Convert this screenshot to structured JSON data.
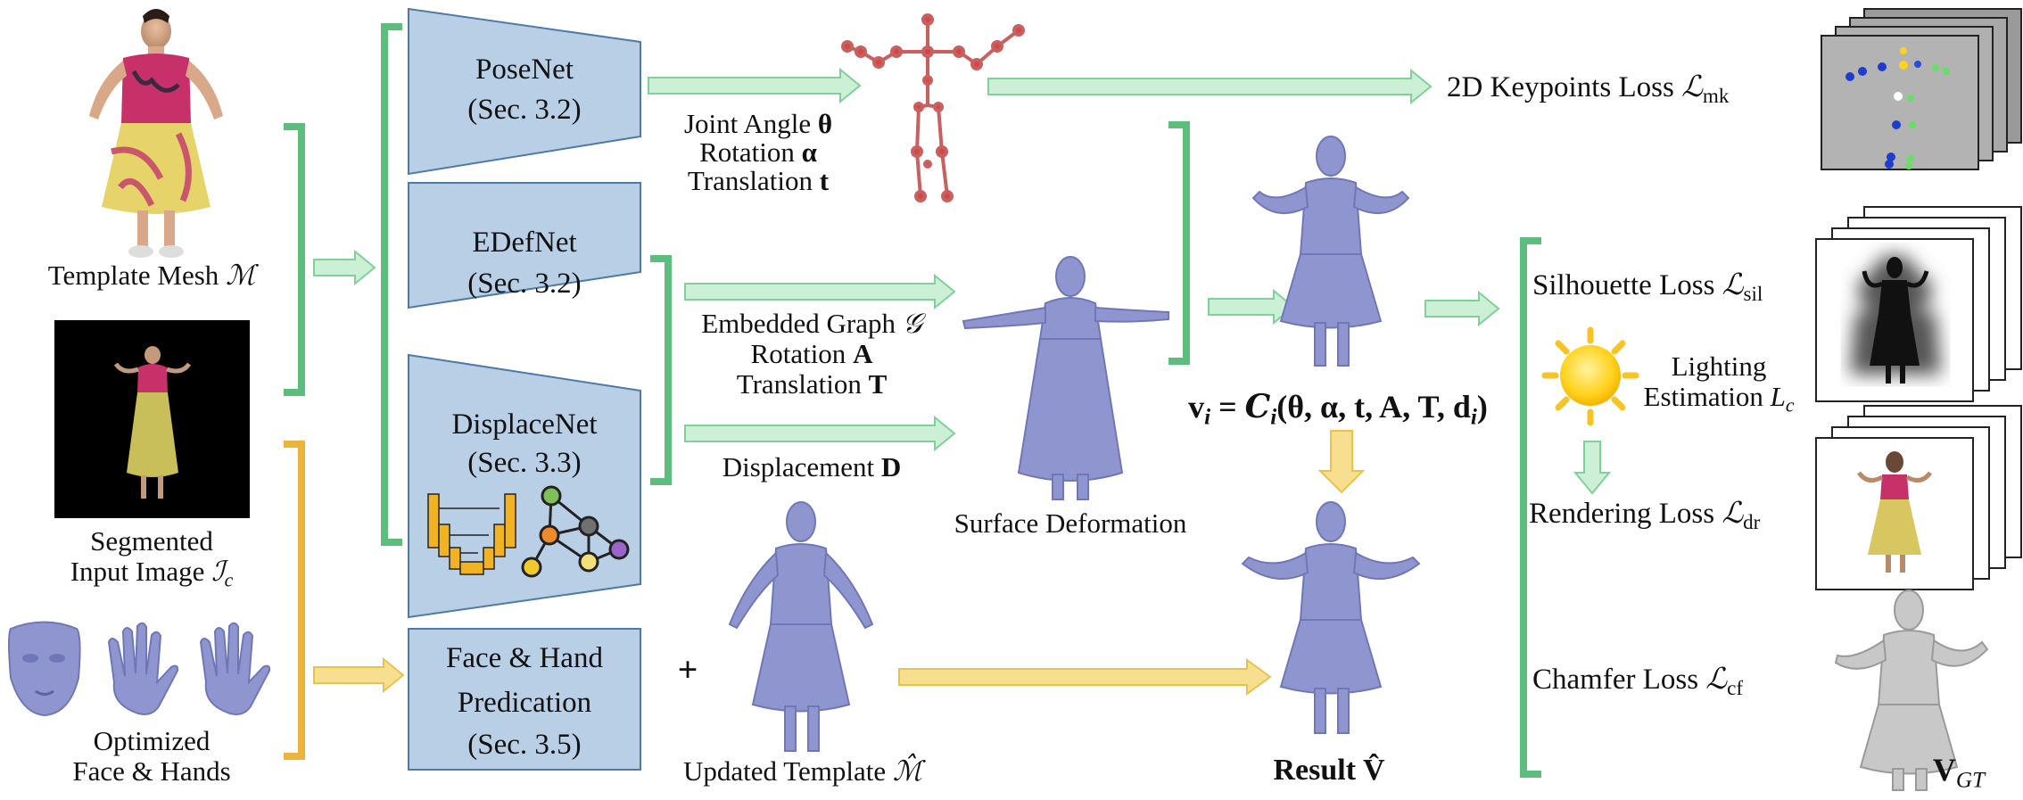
{
  "colors": {
    "network_fill": "#b9cfe6",
    "network_stroke": "#4f7aa6",
    "green_bracket": "#5dbd7c",
    "green_arrow_fill": "#ccf0d5",
    "green_arrow_stroke": "#7fd19a",
    "yellow_bracket": "#ebb53d",
    "yellow_arrow_fill": "#f8df8f",
    "yellow_arrow_stroke": "#e9c24c",
    "mesh": "#8f96cf",
    "skeleton": "#c86060"
  },
  "inputs": {
    "template_mesh": "Template Mesh",
    "template_mesh_symbol": "ℳ",
    "segmented_1": "Segmented",
    "segmented_2": "Input Image",
    "segmented_symbol": "ℐ",
    "segmented_sub": "c",
    "optimized_1": "Optimized",
    "optimized_2": "Face & Hands"
  },
  "networks": {
    "posenet": {
      "name": "PoseNet",
      "sec": "(Sec. 3.2)"
    },
    "edefnet": {
      "name": "EDefNet",
      "sec": "(Sec. 3.2)"
    },
    "displacenet": {
      "name": "DisplaceNet",
      "sec": "(Sec. 3.3)"
    },
    "facehand": {
      "name1": "Face & Hand",
      "name2": "Predication",
      "sec": "(Sec. 3.5)"
    }
  },
  "outputs": {
    "joint_angle": "Joint Angle",
    "joint_angle_sym": "θ",
    "rotation": "Rotation",
    "rotation_sym": "α",
    "translation": "Translation",
    "translation_sym": "t",
    "embedded_graph": "Embedded Graph",
    "embedded_graph_sym": "𝒢",
    "rotation_A": "Rotation",
    "rotation_A_sym": "A",
    "translation_T": "Translation",
    "translation_T_sym": "T",
    "displacement": "Displacement",
    "displacement_sym": "D",
    "plus": "+",
    "updated_template": "Updated Template",
    "updated_template_sym": "ℳ̂"
  },
  "middle": {
    "surface_deformation": "Surface Deformation",
    "equation_lhs": "v",
    "equation_i": "i",
    "equation_eq": " = ",
    "equation_C": "C",
    "equation_args": "(θ, α, t, A, T, d",
    "equation_close": ")",
    "result": "Result",
    "result_sym": "V̂"
  },
  "losses": {
    "keypoints": "2D Keypoints Loss",
    "keypoints_sub": "mk",
    "silhouette": "Silhouette Loss",
    "silhouette_sub": "sil",
    "lighting_1": "Lighting",
    "lighting_2": "Estimation",
    "lighting_sym": "L",
    "lighting_sub": "c",
    "rendering": "Rendering Loss",
    "rendering_sub": "dr",
    "chamfer": "Chamfer Loss",
    "chamfer_sub": "cf",
    "loss_symbol": "ℒ",
    "gt": "V",
    "gt_sub": "GT"
  }
}
